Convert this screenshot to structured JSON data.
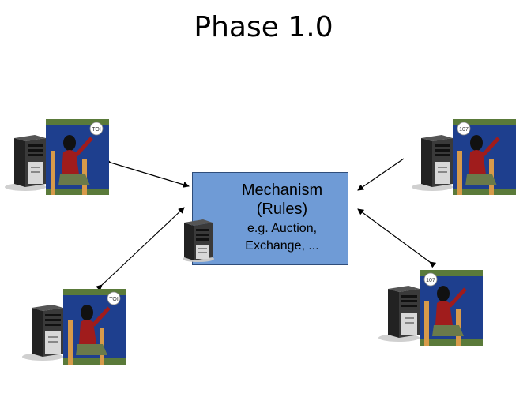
{
  "title": "Phase 1.0",
  "mechanism": {
    "line1": "Mechanism",
    "line2": "(Rules)",
    "line3": "e.g. Auction,",
    "line4": "Exchange, ..."
  },
  "participants": [
    {
      "id": "top-left",
      "badge": "TOI"
    },
    {
      "id": "top-right",
      "badge": "107"
    },
    {
      "id": "bottom-left",
      "badge": "TOI"
    },
    {
      "id": "bottom-right",
      "badge": "107"
    }
  ],
  "colors": {
    "box_fill": "#6f9bd6",
    "box_border": "#2f4d7a",
    "picture_bg": "#1e3f8e",
    "picture_green": "#5a7a3a",
    "shirt_red": "#a01c1c",
    "chair_orange": "#d79a4a"
  }
}
